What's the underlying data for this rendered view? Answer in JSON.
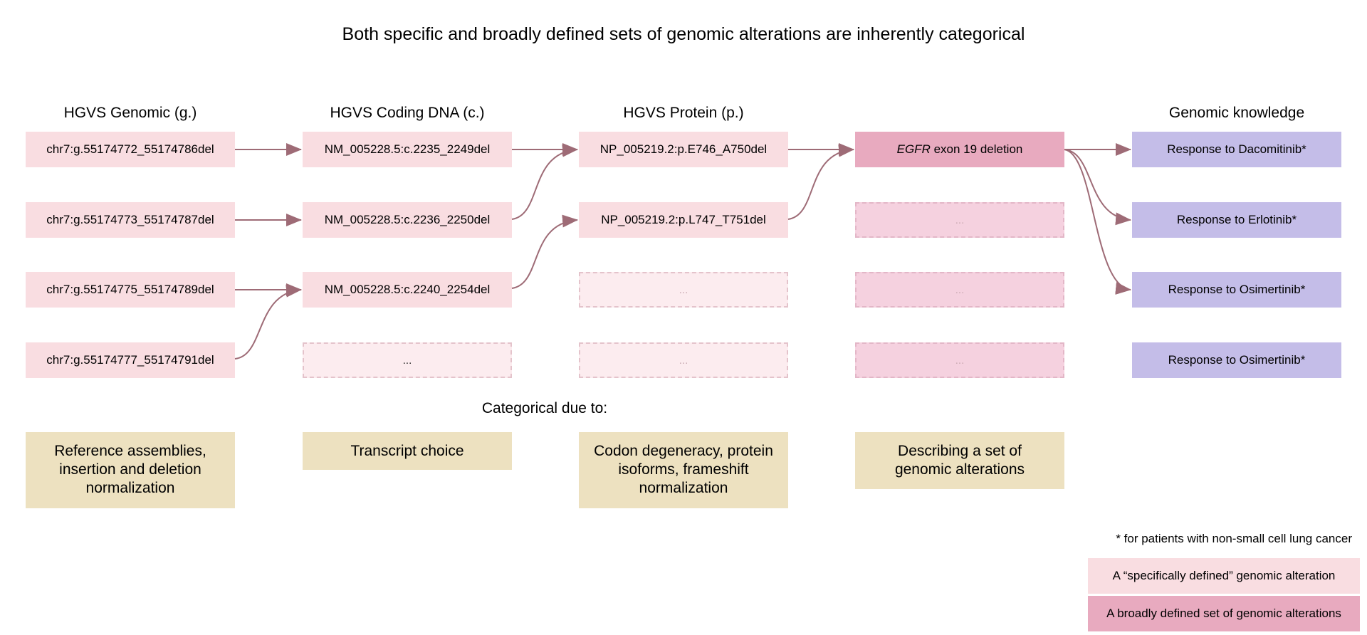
{
  "title": "Both specific and broadly defined sets of genomic alterations are inherently categorical",
  "columns": [
    {
      "header": "HGVS Genomic (g.)",
      "items": [
        "chr7:g.55174772_55174786del",
        "chr7:g.55174773_55174787del",
        "chr7:g.55174775_55174789del",
        "chr7:g.55174777_55174791del"
      ]
    },
    {
      "header": "HGVS Coding DNA (c.)",
      "items": [
        "NM_005228.5:c.2235_2249del",
        "NM_005228.5:c.2236_2250del",
        "NM_005228.5:c.2240_2254del",
        "..."
      ]
    },
    {
      "header": "HGVS Protein (p.)",
      "items": [
        "NP_005219.2:p.E746_A750del",
        "NP_005219.2:p.L747_T751del",
        "...",
        "..."
      ]
    },
    {
      "header": "",
      "items": [
        "exon 19 deletion",
        "...",
        "...",
        "..."
      ],
      "gene": "EGFR"
    },
    {
      "header": "Genomic knowledge",
      "items": [
        "Response to Dacomitinib*",
        "Response to Erlotinib*",
        "Response to Osimertinib*",
        "Response to Osimertinib*"
      ]
    }
  ],
  "categorical_label": "Categorical due to:",
  "reasons": [
    "Reference assemblies, insertion and deletion normalization",
    "Transcript choice",
    "Codon degeneracy, protein isoforms, frameshift normalization",
    "Describing a set of genomic alterations"
  ],
  "footnote": "* for patients with non-small cell lung cancer",
  "legend": {
    "specific": "A “specifically defined” genomic alteration",
    "broad": "A broadly defined set of genomic alterations"
  },
  "colors": {
    "specific": "#f9dde1",
    "broad": "#e8aabf",
    "knowledge": "#c4bde8",
    "reason": "#ede1c0",
    "arrow": "#9e6b76"
  }
}
